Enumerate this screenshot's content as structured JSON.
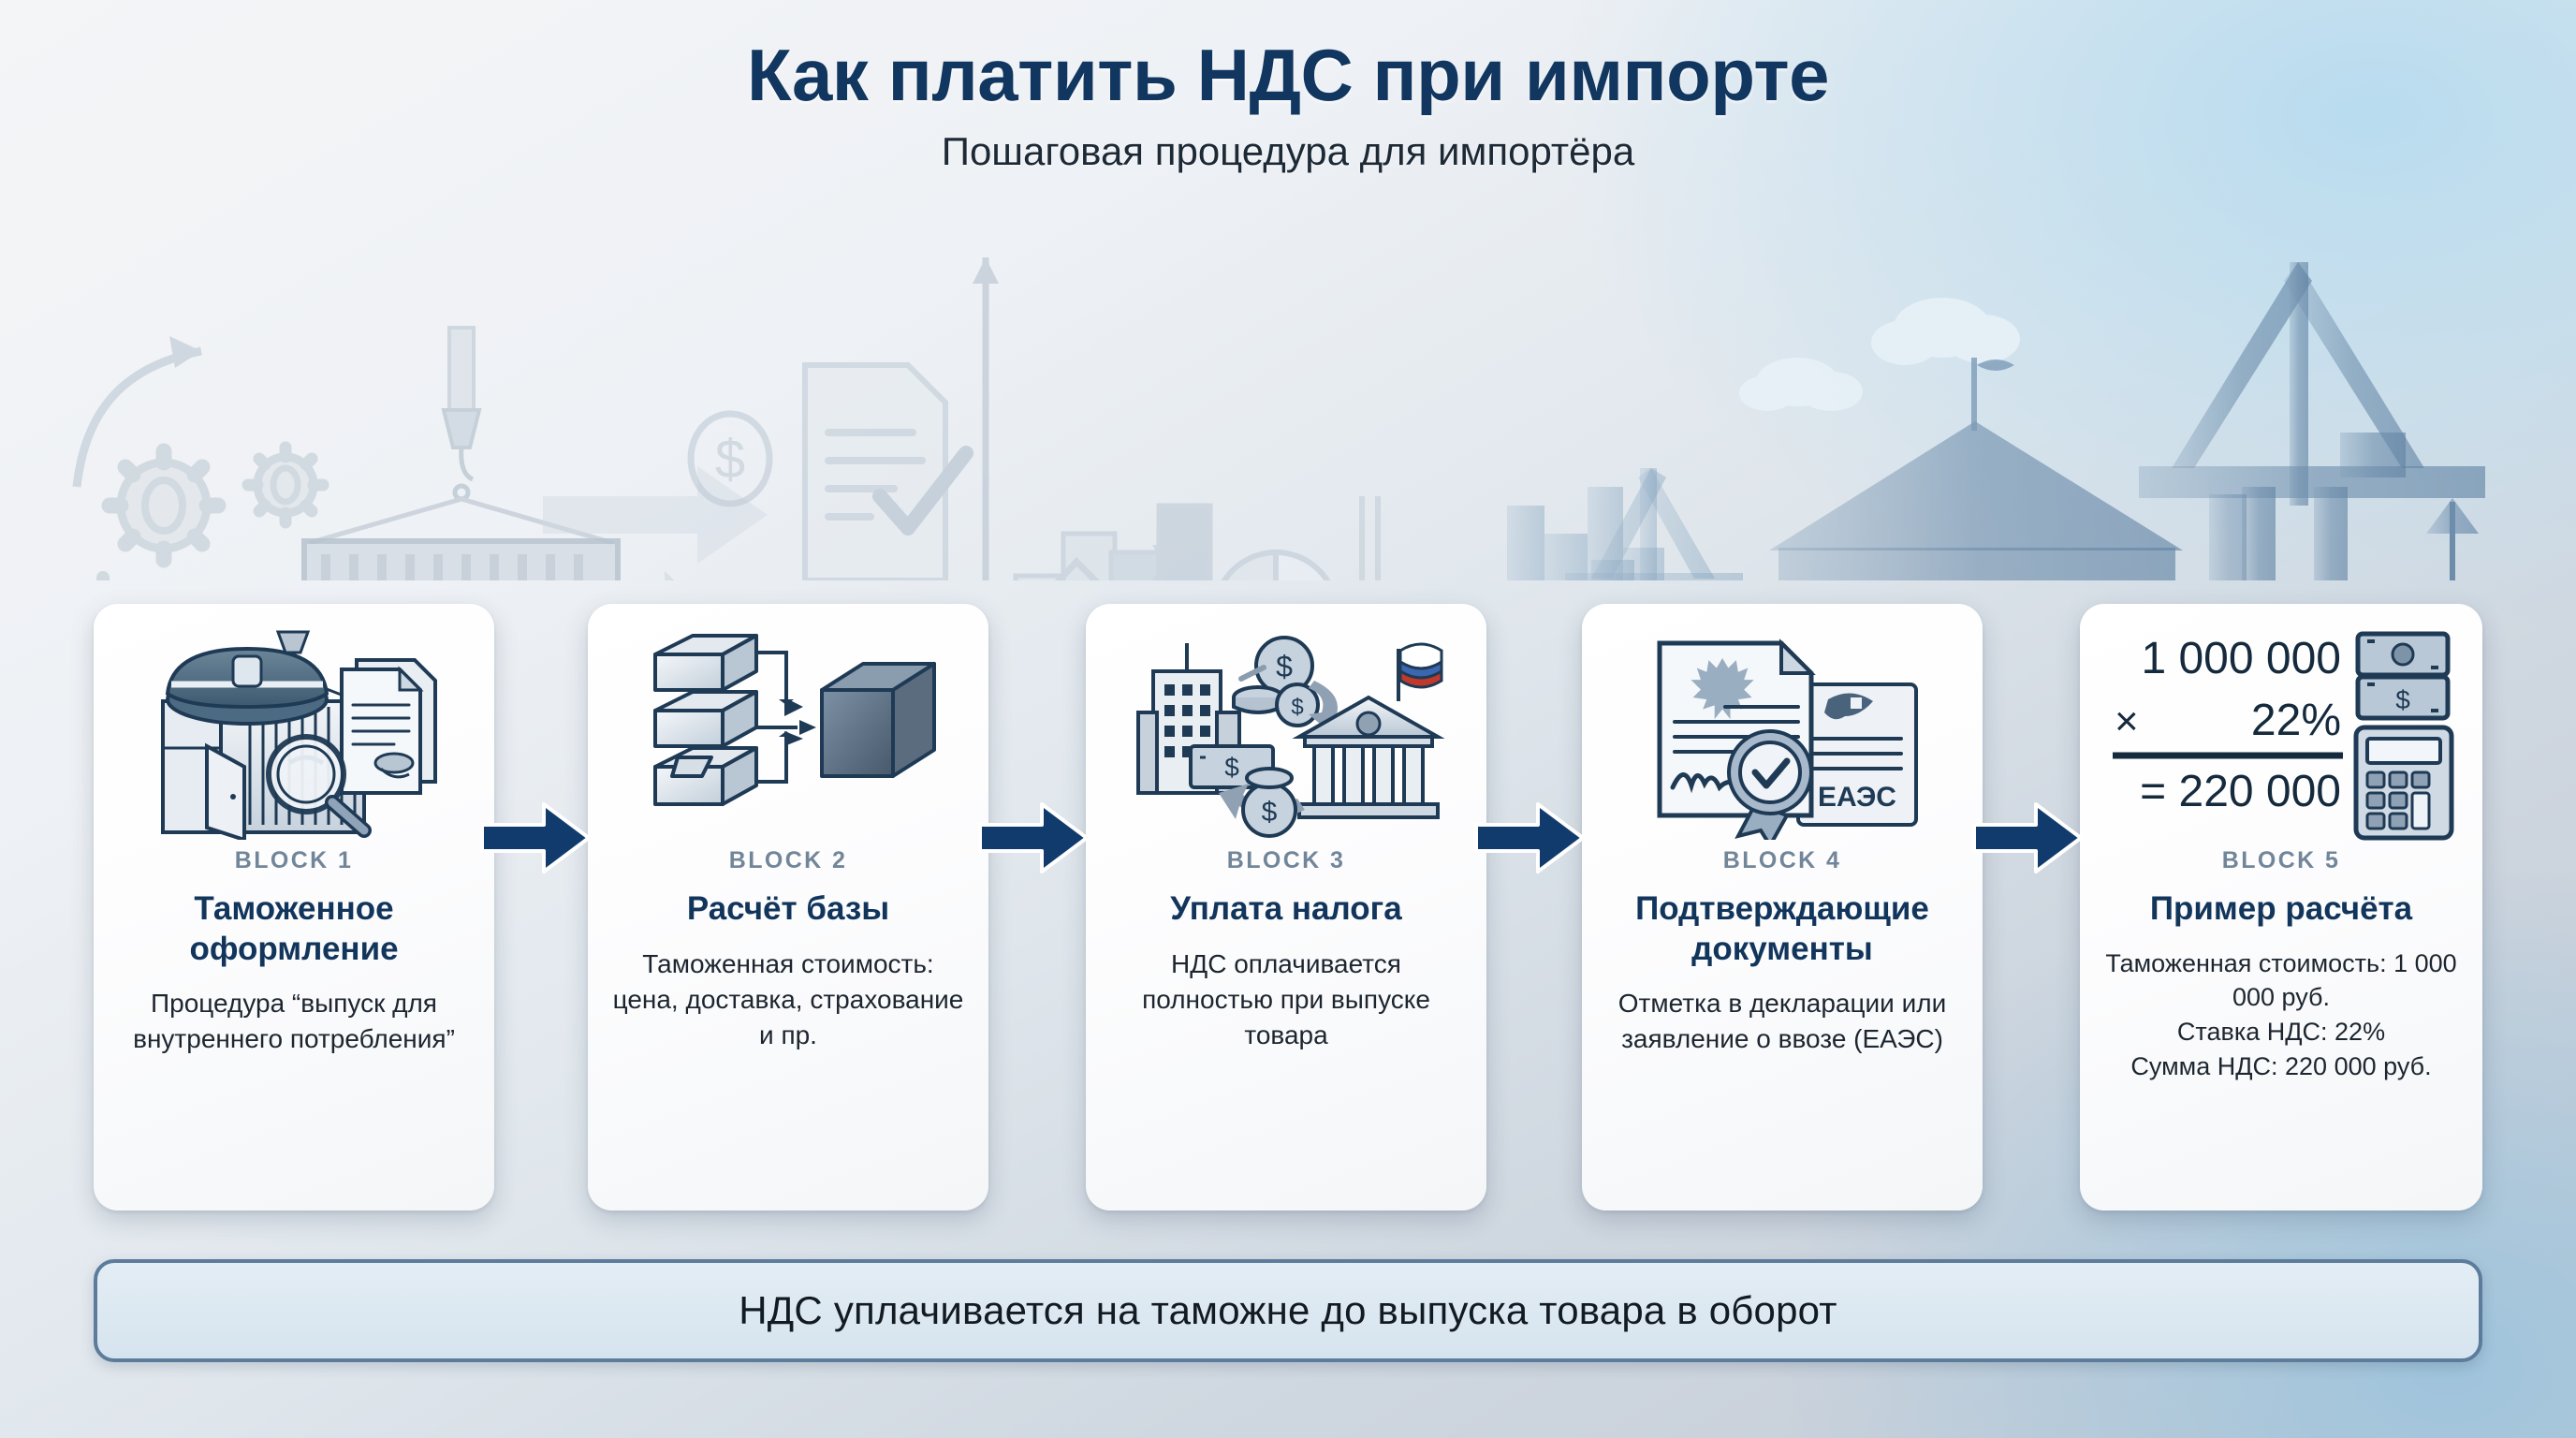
{
  "header": {
    "title": "Как платить НДС при импорте",
    "subtitle": "Пошаговая процедура для импортёра"
  },
  "colors": {
    "title": "#11365f",
    "arrow": "#123b6d",
    "block_label": "#728699",
    "card_title": "#12355c",
    "banner_border": "#5d7c9c",
    "bg_top_right": "#b9dcef",
    "bg_bottom_left": "#c4cbd5"
  },
  "cards": [
    {
      "block": "BLOCK 1",
      "title": "Таможенное оформление",
      "desc": "Процедура “выпуск для внутреннего потребления”",
      "icon": "customs-clearance-icon"
    },
    {
      "block": "BLOCK 2",
      "title": "Расчёт базы",
      "desc": "Таможенная стоимость: цена, доставка, страхование и пр.",
      "icon": "boxes-to-cube-icon"
    },
    {
      "block": "BLOCK 3",
      "title": "Уплата налога",
      "desc": "НДС оплачивается полностью при выпуске товара",
      "icon": "tax-payment-icon"
    },
    {
      "block": "BLOCK 4",
      "title": "Подтверждающие документы",
      "desc": "Отметка в декларации или заявление о ввозе (ЕАЭС)",
      "icon": "certified-documents-icon",
      "badge_text": "ЕАЭС"
    },
    {
      "block": "BLOCK 5",
      "title": "Пример расчёта",
      "desc": "Таможенная стоимость: 1 000 000 руб.\nСтавка НДС: 22%\nСумма НДС: 220 000 руб.",
      "icon": "calculation-icon",
      "formula": {
        "base": "1 000 000",
        "operator": "×",
        "rate": "22%",
        "result": "= 220 000"
      }
    }
  ],
  "banner": {
    "text": "НДС уплачивается на таможне до выпуска товара в оборот"
  },
  "background_icons": [
    "gear-icon",
    "curved-arrow-icon",
    "crane-hook-icon",
    "shipping-container-icon",
    "right-arrow-icon",
    "dollar-coin-icon",
    "document-check-icon",
    "bar-chart-icon",
    "pie-chart-icon",
    "warehouse-icon",
    "port-crane-icon",
    "truck-icon",
    "cloud-icon",
    "flag-icon"
  ]
}
